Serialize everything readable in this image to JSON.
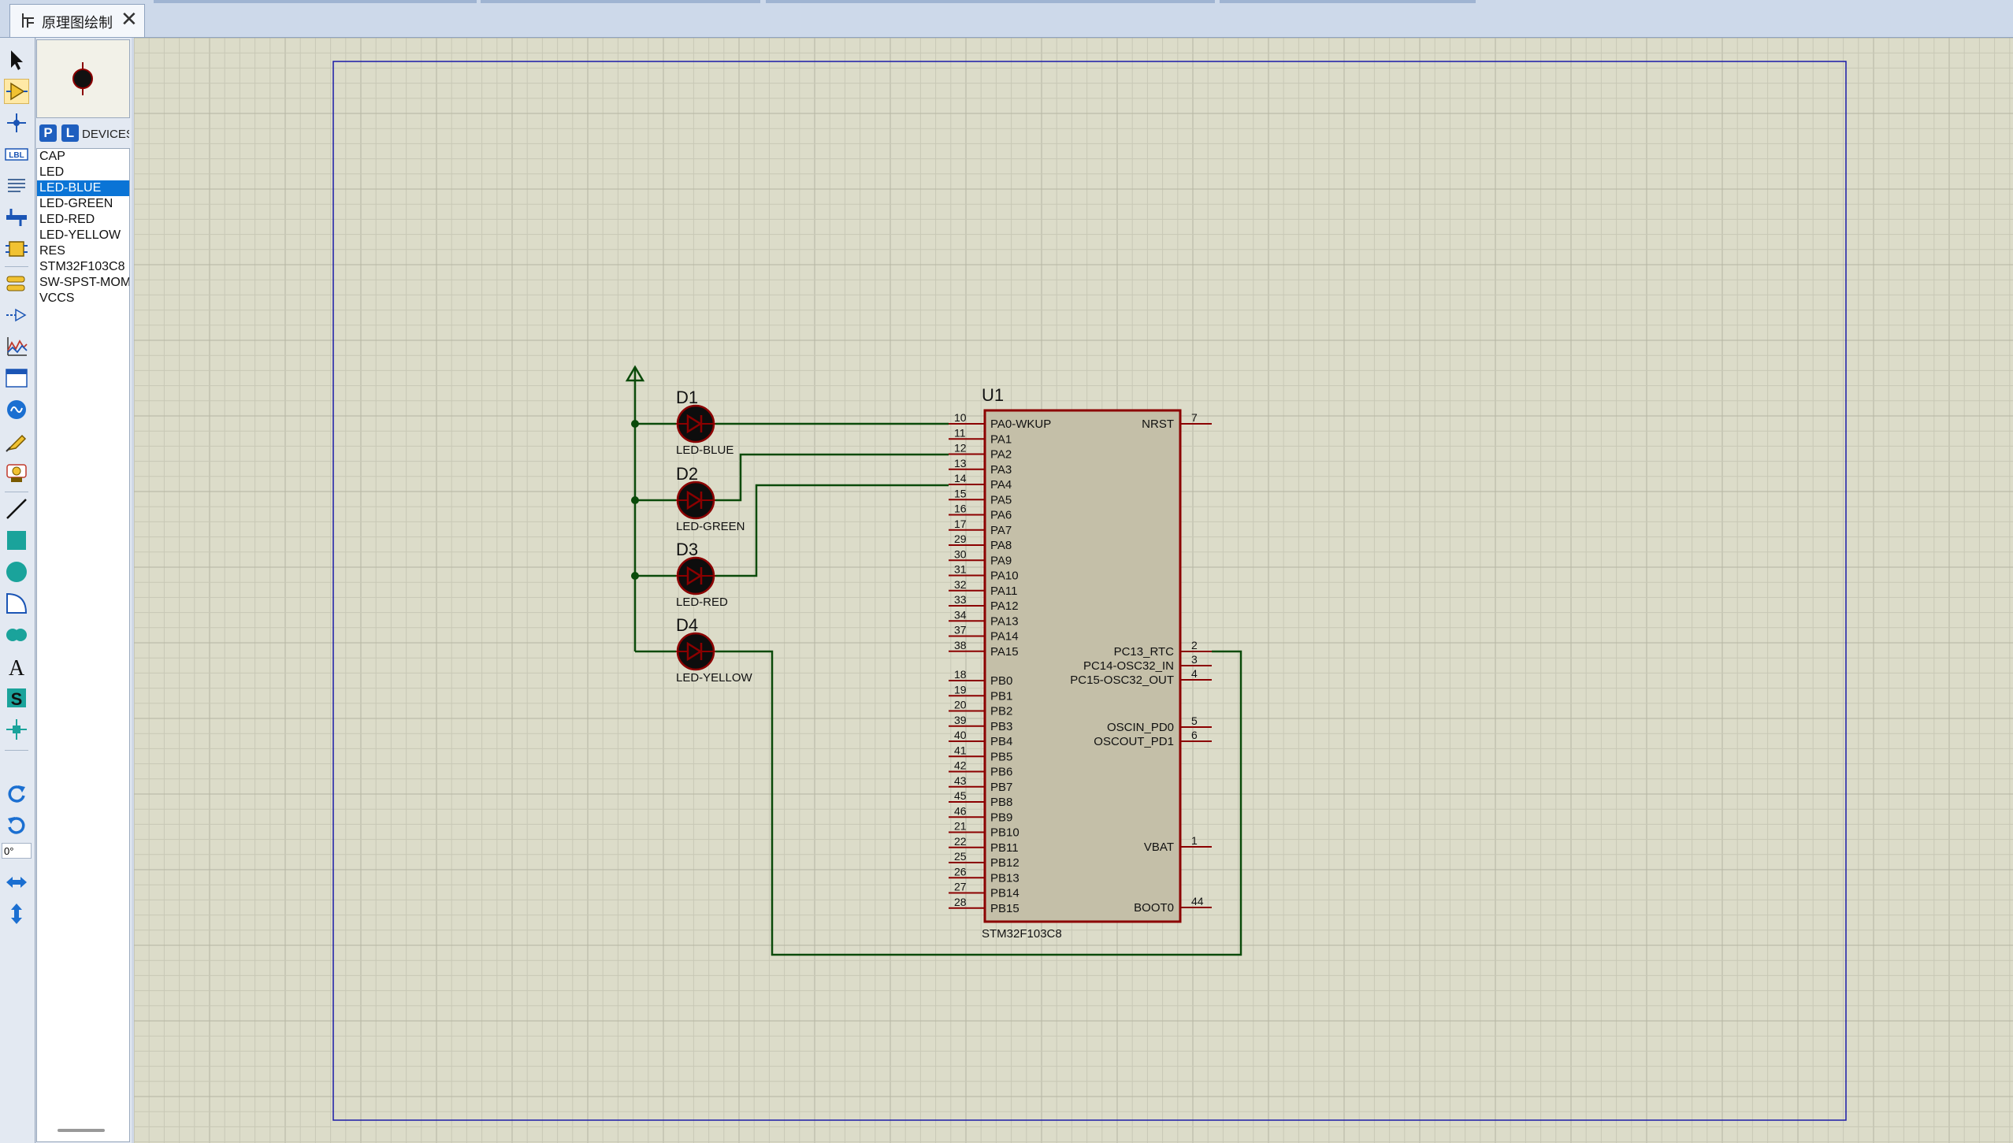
{
  "tab": {
    "title": "原理图绘制",
    "close": "✕"
  },
  "toolbar": {
    "tools": [
      "selection-mode-icon",
      "component-mode-icon",
      "junction-dot-icon",
      "wire-label-icon",
      "text-script-icon",
      "buses-icon",
      "subcircuit-icon",
      "terminals-icon",
      "device-pins-icon",
      "graph-icon",
      "tape-recorder-icon",
      "generator-icon",
      "voltage-probe-icon",
      "current-probe-icon",
      "line-icon",
      "box-icon",
      "circle-icon",
      "arc-icon",
      "closed-path-icon",
      "text-icon",
      "symbol-icon",
      "marker-icon",
      "rotate-clockwise-icon",
      "rotate-anticlockwise-icon",
      "mirror-x-icon",
      "mirror-y-icon"
    ],
    "rotation": "0°"
  },
  "devices": {
    "p_button": "P",
    "l_button": "L",
    "title": "DEVICES",
    "items": [
      "CAP",
      "LED",
      "LED-BLUE",
      "LED-GREEN",
      "LED-RED",
      "LED-YELLOW",
      "RES",
      "STM32F103C8",
      "SW-SPST-MOM",
      "VCCS"
    ],
    "selected": "LED-BLUE"
  },
  "schematic": {
    "chip": {
      "ref": "U1",
      "part": "STM32F103C8",
      "left_pins": [
        {
          "num": "10",
          "name": "PA0-WKUP"
        },
        {
          "num": "11",
          "name": "PA1"
        },
        {
          "num": "12",
          "name": "PA2"
        },
        {
          "num": "13",
          "name": "PA3"
        },
        {
          "num": "14",
          "name": "PA4"
        },
        {
          "num": "15",
          "name": "PA5"
        },
        {
          "num": "16",
          "name": "PA6"
        },
        {
          "num": "17",
          "name": "PA7"
        },
        {
          "num": "29",
          "name": "PA8"
        },
        {
          "num": "30",
          "name": "PA9"
        },
        {
          "num": "31",
          "name": "PA10"
        },
        {
          "num": "32",
          "name": "PA11"
        },
        {
          "num": "33",
          "name": "PA12"
        },
        {
          "num": "34",
          "name": "PA13"
        },
        {
          "num": "37",
          "name": "PA14"
        },
        {
          "num": "38",
          "name": "PA15"
        },
        {
          "num": "18",
          "name": "PB0"
        },
        {
          "num": "19",
          "name": "PB1"
        },
        {
          "num": "20",
          "name": "PB2"
        },
        {
          "num": "39",
          "name": "PB3"
        },
        {
          "num": "40",
          "name": "PB4"
        },
        {
          "num": "41",
          "name": "PB5"
        },
        {
          "num": "42",
          "name": "PB6"
        },
        {
          "num": "43",
          "name": "PB7"
        },
        {
          "num": "45",
          "name": "PB8"
        },
        {
          "num": "46",
          "name": "PB9"
        },
        {
          "num": "21",
          "name": "PB10"
        },
        {
          "num": "22",
          "name": "PB11"
        },
        {
          "num": "25",
          "name": "PB12"
        },
        {
          "num": "26",
          "name": "PB13"
        },
        {
          "num": "27",
          "name": "PB14"
        },
        {
          "num": "28",
          "name": "PB15"
        }
      ],
      "right_pins": [
        {
          "num": "7",
          "name": "NRST"
        },
        {
          "num": "2",
          "name": "PC13_RTC"
        },
        {
          "num": "3",
          "name": "PC14-OSC32_IN"
        },
        {
          "num": "4",
          "name": "PC15-OSC32_OUT"
        },
        {
          "num": "5",
          "name": "OSCIN_PD0"
        },
        {
          "num": "6",
          "name": "OSCOUT_PD1"
        },
        {
          "num": "1",
          "name": "VBAT"
        },
        {
          "num": "44",
          "name": "BOOT0"
        }
      ]
    },
    "leds": [
      {
        "ref": "D1",
        "value": "LED-BLUE"
      },
      {
        "ref": "D2",
        "value": "LED-GREEN"
      },
      {
        "ref": "D3",
        "value": "LED-RED"
      },
      {
        "ref": "D4",
        "value": "LED-YELLOW"
      }
    ]
  },
  "colors": {
    "sheet_bg": "#dcdcc9",
    "grid_minor": "#c8c8b6",
    "grid_major": "#b5b5a2",
    "border": "#1b1ba8",
    "wire": "#0a4a0a",
    "pin": "#8b0000",
    "chip_fill": "#c4bfa8",
    "selection": "#0a74d6"
  }
}
